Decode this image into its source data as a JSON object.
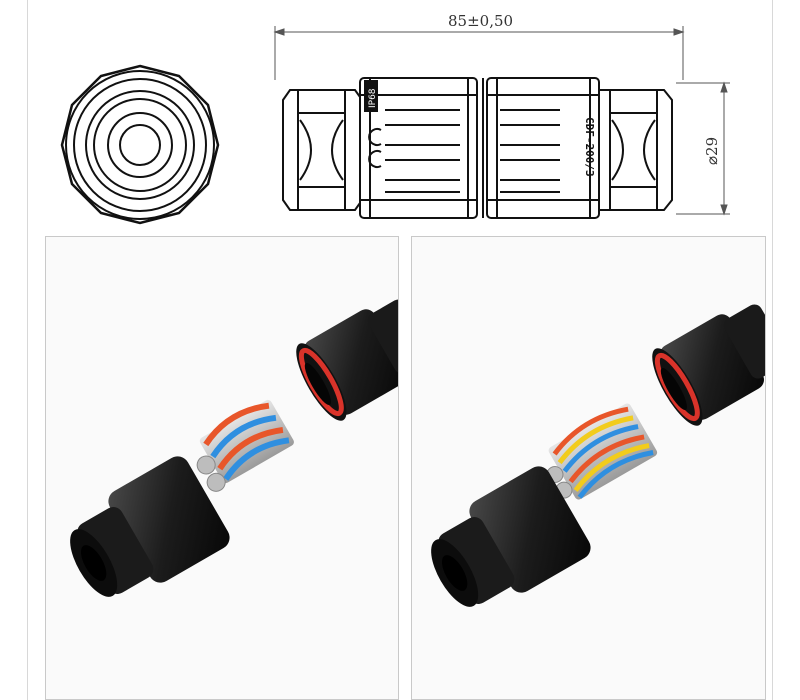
{
  "drawing": {
    "length_dimension": "85±0,50",
    "diameter_dimension": "⌀29",
    "label_left": "IP68",
    "label_right": "CDF-200/3"
  },
  "photos": [
    {
      "name": "connector-with-red-blue-terminal-block",
      "wire_colors": [
        "#e8562a",
        "#2f8fe0"
      ],
      "ring_color": "#d9332a"
    },
    {
      "name": "connector-with-three-wire-terminal-block",
      "wire_colors": [
        "#e8562a",
        "#f2cc1c",
        "#2f8fe0"
      ],
      "ring_color": "#d9332a"
    }
  ]
}
